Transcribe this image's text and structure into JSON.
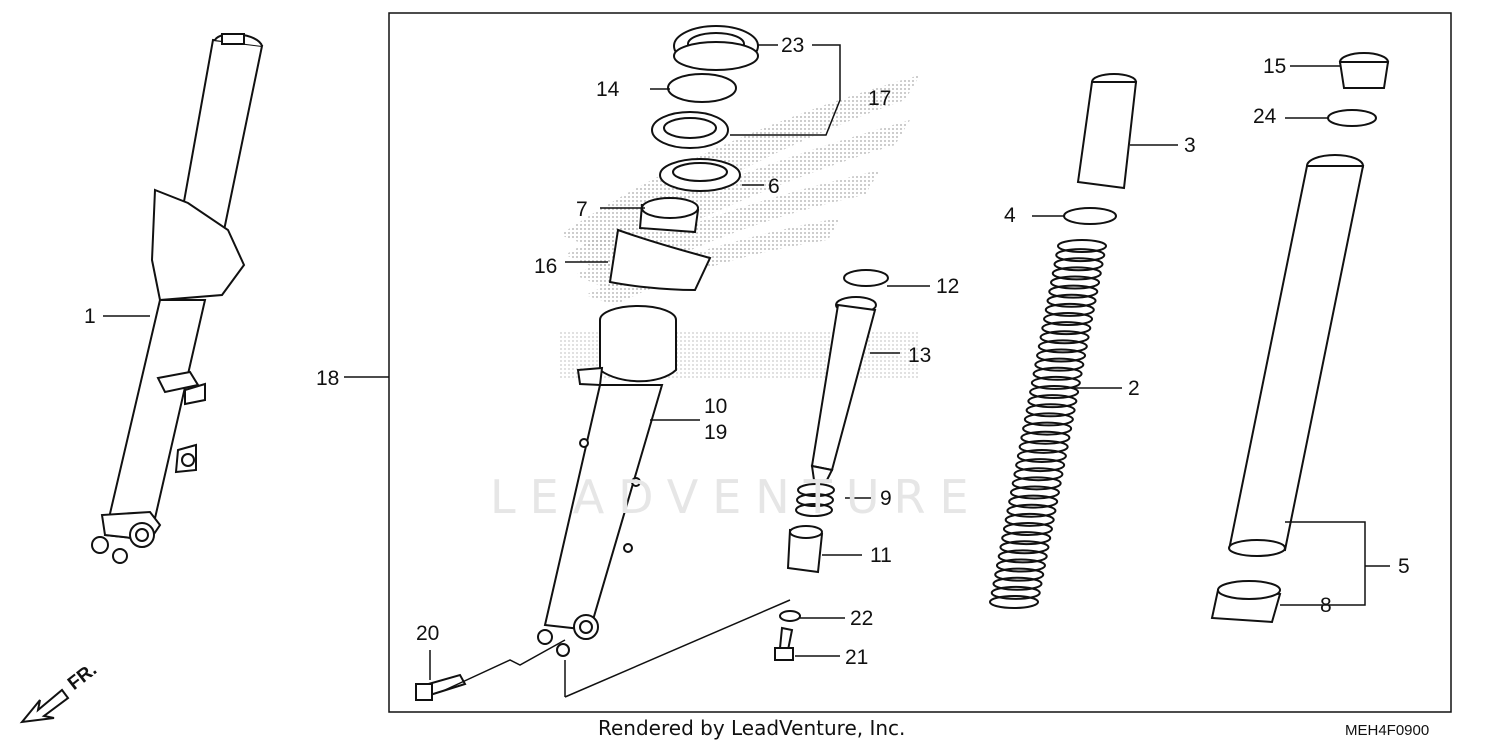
{
  "watermark": "LEADVENTURE",
  "direction_label": "FR.",
  "footer": {
    "rendered_by": "Rendered by LeadVenture, Inc.",
    "diagram_code": "MEH4F0900"
  },
  "callouts": {
    "c1": "1",
    "c2": "2",
    "c3": "3",
    "c4": "4",
    "c5": "5",
    "c6": "6",
    "c7": "7",
    "c8": "8",
    "c9": "9",
    "c10": "10",
    "c11": "11",
    "c12": "12",
    "c13": "13",
    "c14": "14",
    "c15": "15",
    "c16": "16",
    "c17": "17",
    "c18": "18",
    "c19": "19",
    "c20": "20",
    "c21": "21",
    "c22": "22",
    "c23": "23",
    "c24": "24"
  },
  "colors": {
    "line": "#111111",
    "watermark": "#e6e6e6",
    "dots": "#9a9a9a"
  }
}
